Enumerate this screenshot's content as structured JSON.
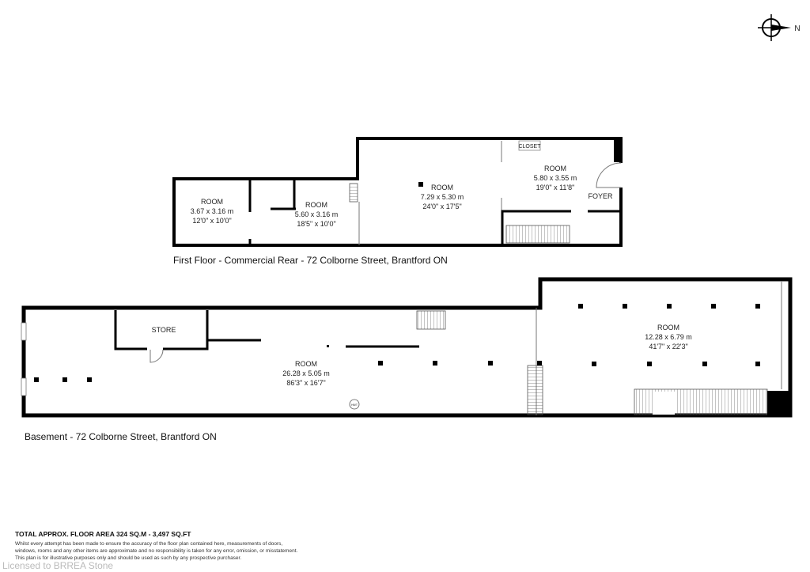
{
  "compass": {
    "north_label": "N"
  },
  "first_floor": {
    "caption": "First Floor - Commercial Rear - 72 Colborne Street, Brantford ON",
    "rooms": [
      {
        "name": "ROOM",
        "metric": "3.67 x 3.16 m",
        "imperial": "12'0\" x 10'0\""
      },
      {
        "name": "ROOM",
        "metric": "5.60 x 3.16 m",
        "imperial": "18'5\" x 10'0\""
      },
      {
        "name": "ROOM",
        "metric": "7.29 x 5.30 m",
        "imperial": "24'0\" x 17'5\""
      },
      {
        "name": "ROOM",
        "metric": "5.80 x 3.55 m",
        "imperial": "19'0\" x 11'8\""
      }
    ],
    "closet_label": "CLOSET",
    "foyer_label": "FOYER"
  },
  "basement": {
    "caption": "Basement - 72 Colborne Street, Brantford ON",
    "store_label": "STORE",
    "hwt_label": "HWT",
    "rooms": [
      {
        "name": "ROOM",
        "metric": "26.28 x 5.05 m",
        "imperial": "86'3\" x 16'7\""
      },
      {
        "name": "ROOM",
        "metric": "12.28 x 6.79 m",
        "imperial": "41'7\" x 22'3\""
      }
    ]
  },
  "footer": {
    "total_area": "TOTAL APPROX. FLOOR AREA 324 SQ.M - 3,497 SQ.FT",
    "disclaimer": [
      "Whilst every attempt has been made to ensure the accuracy of the floor plan contained here, measurements of doors,",
      "windows, rooms and any other items are approximate and no responsibility is taken for any error, omission, or misstatement.",
      "This plan is for illustrative purposes only and should be used as such by any prospective purchaser."
    ],
    "watermark": "Licensed to BRREA Stone"
  }
}
